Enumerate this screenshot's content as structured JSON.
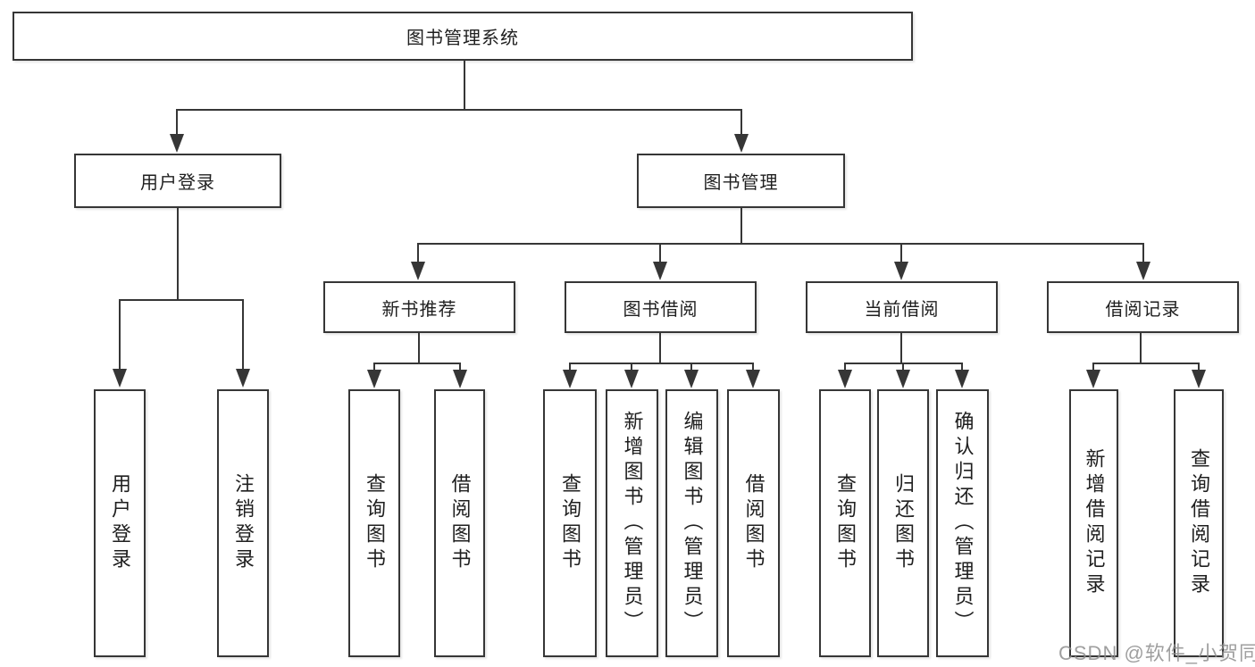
{
  "diagram_title": "图书管理系统",
  "nodes": {
    "root": {
      "label": "图书管理系统"
    },
    "level2": [
      {
        "id": "user-login",
        "label": "用户登录"
      },
      {
        "id": "book-management",
        "label": "图书管理"
      }
    ],
    "level3": [
      {
        "id": "new-book-recommendation",
        "label": "新书推荐"
      },
      {
        "id": "book-borrowing",
        "label": "图书借阅"
      },
      {
        "id": "current-borrowing",
        "label": "当前借阅"
      },
      {
        "id": "borrowing-records",
        "label": "借阅记录"
      }
    ],
    "leaves": {
      "user_login": [
        {
          "label": "用户登录"
        },
        {
          "label": "注销登录"
        }
      ],
      "new_book_recommendation": [
        {
          "label": "查询图书"
        },
        {
          "label": "借阅图书"
        }
      ],
      "book_borrowing": [
        {
          "label": "查询图书"
        },
        {
          "label": "新增图书（管理员）"
        },
        {
          "label": "编辑图书（管理员）"
        },
        {
          "label": "借阅图书"
        }
      ],
      "current_borrowing": [
        {
          "label": "查询图书"
        },
        {
          "label": "归还图书"
        },
        {
          "label": "确认归还（管理员）"
        }
      ],
      "borrowing_records": [
        {
          "label": "新增借阅记录"
        },
        {
          "label": "查询借阅记录"
        }
      ]
    }
  },
  "watermark": {
    "text": "CSDN @软件_小贺同学"
  },
  "colors": {
    "line": "#363636",
    "text": "#1f1f1f",
    "background": "#ffffff",
    "watermark": "#8f8f8f"
  }
}
